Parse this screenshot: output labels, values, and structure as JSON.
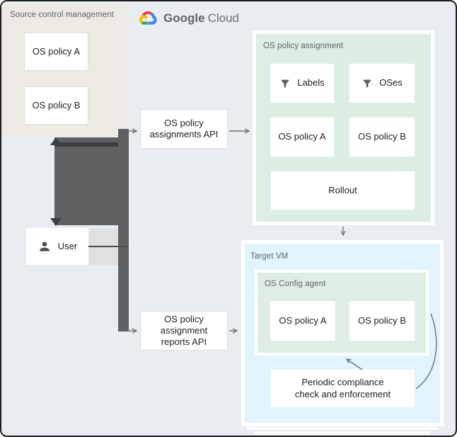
{
  "colors": {
    "background": "#e9edf1",
    "source_panel": "#edeae3",
    "assignment_panel": "#dcede3",
    "target_vm_panel": "#e1f4fd",
    "agent_panel": "#deeee5",
    "box_white": "#ffffff",
    "dark_connector": "#5f6061",
    "dark_connector_accent": "#3c3d3e",
    "arrow": "#6d7073",
    "text_primary": "#202124",
    "text_secondary": "#5f6368",
    "logo_blue": "#4285f4",
    "logo_red": "#ea4335",
    "logo_yellow": "#fbbc05",
    "logo_green": "#34a853"
  },
  "logo": {
    "google": "Google",
    "cloud": "Cloud"
  },
  "source_control": {
    "title": "Source control management",
    "policy_a": "OS policy A",
    "policy_b": "OS policy B"
  },
  "user": {
    "label": "User"
  },
  "assignments_api": {
    "label": "OS policy\nassignments API"
  },
  "reports_api": {
    "label": "OS policy\nassignment\nreports API"
  },
  "assignment_panel": {
    "title": "OS policy assignment",
    "labels": "Labels",
    "oses": "OSes",
    "policy_a": "OS policy A",
    "policy_b": "OS policy B",
    "rollout": "Rollout"
  },
  "target_vm": {
    "title": "Target VM",
    "agent": {
      "title": "OS Config agent",
      "policy_a": "OS policy A",
      "policy_b": "OS policy B"
    },
    "periodic": "Periodic compliance\ncheck and enforcement"
  }
}
